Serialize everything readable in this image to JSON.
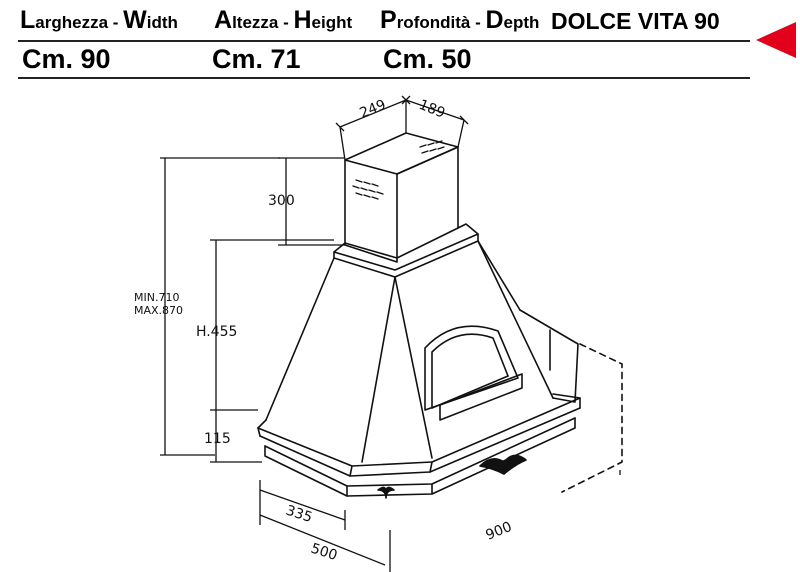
{
  "header": {
    "width": {
      "cap": "L",
      "rest": "arghezza - ",
      "cap2": "W",
      "rest2": "idth"
    },
    "height": {
      "cap": "A",
      "rest": "ltezza - ",
      "cap2": "H",
      "rest2": "eight"
    },
    "depth": {
      "cap": "P",
      "rest": "rofondità - ",
      "cap2": "D",
      "rest2": "epth"
    },
    "model": "DOLCE VITA 90"
  },
  "values": {
    "width": "Cm. 90",
    "height": "Cm. 71",
    "depth": "Cm. 50"
  },
  "accent_color": "#e3001b",
  "drawing": {
    "dim_249": "249",
    "dim_189": "189",
    "dim_300": "300",
    "min": "MIN.710",
    "max": "MAX.870",
    "h455": "H.455",
    "dim_115": "115",
    "dim_335": "335",
    "dim_500": "500",
    "dim_900": "900"
  }
}
